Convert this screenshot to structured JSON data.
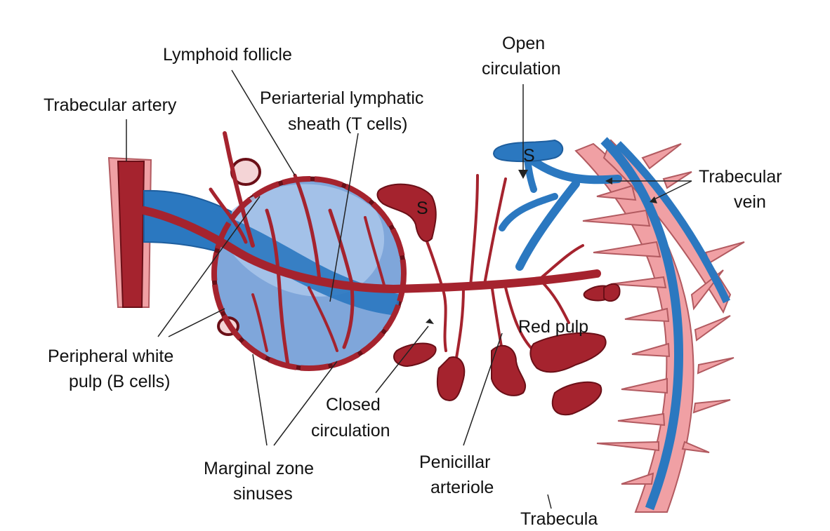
{
  "labels": {
    "lymphoid_follicle": "Lymphoid follicle",
    "open_circulation_1": "Open",
    "open_circulation_2": "circulation",
    "trabecular_artery": "Trabecular artery",
    "pals_1": "Periarterial lymphatic",
    "pals_2": "sheath (T cells)",
    "trabecular_vein_1": "Trabecular",
    "trabecular_vein_2": "vein",
    "peripheral_white_pulp_1": "Peripheral white",
    "peripheral_white_pulp_2": "pulp (B cells)",
    "red_pulp": "Red pulp",
    "closed_circulation_1": "Closed",
    "closed_circulation_2": "circulation",
    "marginal_zone_1": "Marginal zone",
    "marginal_zone_2": "sinuses",
    "penicillar_1": "Penicillar",
    "penicillar_2": "arteriole",
    "trabecula": "Trabecula",
    "sinus_letter_red": "S",
    "sinus_letter_blue": "S"
  },
  "colors": {
    "artery": "#a5232e",
    "artery_outline": "#6a0f17",
    "vein": "#2b78c0",
    "follicle_light": "#a9c6ea",
    "follicle_mid": "#7fa6da",
    "trabecula_pink": "#f0a0a4",
    "background": "#ffffff"
  }
}
